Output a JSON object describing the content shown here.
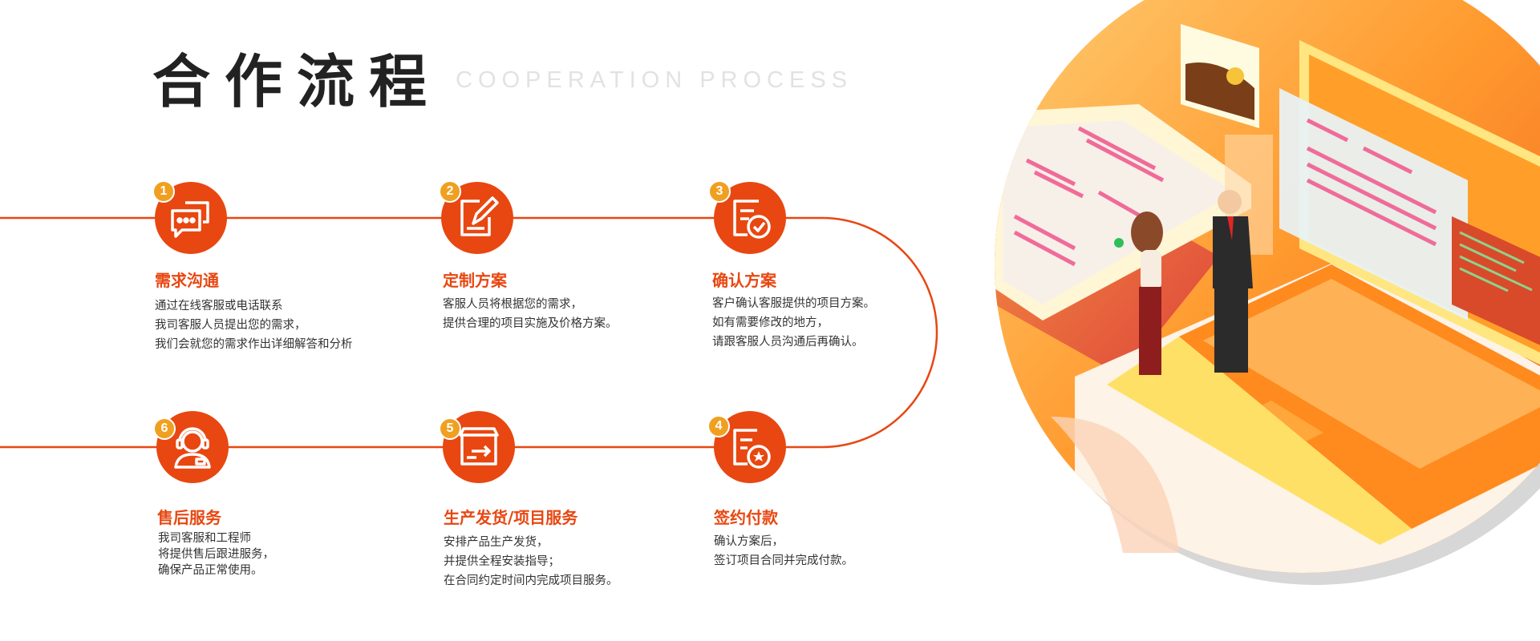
{
  "header": {
    "title": "合作流程",
    "subtitle": "COOPERATION PROCESS"
  },
  "colors": {
    "accent": "#e84711",
    "badge": "#f0a020",
    "text": "#333333"
  },
  "steps": [
    {
      "number": "1",
      "title": "需求沟通",
      "icon": "chat-bubbles-icon",
      "desc": [
        "通过在线客服或电话联系",
        "我司客服人员提出您的需求，",
        "我们会就您的需求作出详细解答和分析"
      ]
    },
    {
      "number": "2",
      "title": "定制方案",
      "icon": "document-edit-icon",
      "desc": [
        "客服人员将根据您的需求，",
        "提供合理的项目实施及价格方案。"
      ]
    },
    {
      "number": "3",
      "title": "确认方案",
      "icon": "document-check-icon",
      "desc": [
        "客户确认客服提供的项目方案。",
        "如有需要修改的地方，",
        "请跟客服人员沟通后再确认。"
      ]
    },
    {
      "number": "4",
      "title": "签约付款",
      "icon": "document-star-icon",
      "desc": [
        "确认方案后，",
        "签订项目合同并完成付款。"
      ]
    },
    {
      "number": "5",
      "title": "生产发货/项目服务",
      "icon": "box-shipping-icon",
      "desc": [
        "安排产品生产发货，",
        "并提供全程安装指导；",
        "在合同约定时间内完成项目服务。"
      ]
    },
    {
      "number": "6",
      "title": "售后服务",
      "icon": "support-headset-icon",
      "desc": [
        "我司客服和工程师",
        "将提供售后跟进服务，",
        "确保产品正常使用。"
      ]
    }
  ]
}
